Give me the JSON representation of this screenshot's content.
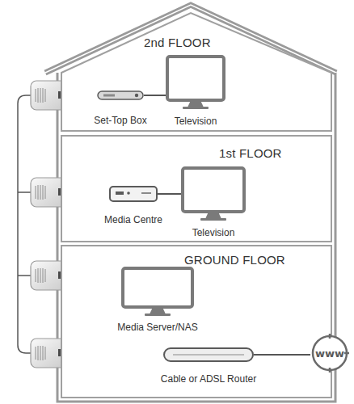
{
  "diagram": {
    "nodes": [
      {
        "text": [
          "2nd FLOOR"
        ]
      },
      {
        "text": [
          "Set-Top Box"
        ],
        "in": 0
      },
      {
        "text": [
          "Television"
        ],
        "in": 0
      },
      {
        "text": [
          "1st FLOOR"
        ]
      },
      {
        "text": [
          "Media Centre"
        ],
        "in": 3
      },
      {
        "text": [
          "Television"
        ],
        "in": 3
      },
      {
        "text": [
          "GROUND FLOOR"
        ]
      },
      {
        "text": [
          "Media Server/NAS"
        ],
        "in": 6
      },
      {
        "text": [
          "Cable or ADSL Router"
        ],
        "in": 6
      },
      {
        "text": [
          "www"
        ]
      }
    ],
    "edges": [
      {
        "from": 1,
        "to": 2,
        "arrow": "none"
      },
      {
        "from": 4,
        "to": 5,
        "arrow": "none"
      },
      {
        "from": 8,
        "to": 9,
        "arrow": "none"
      }
    ]
  }
}
